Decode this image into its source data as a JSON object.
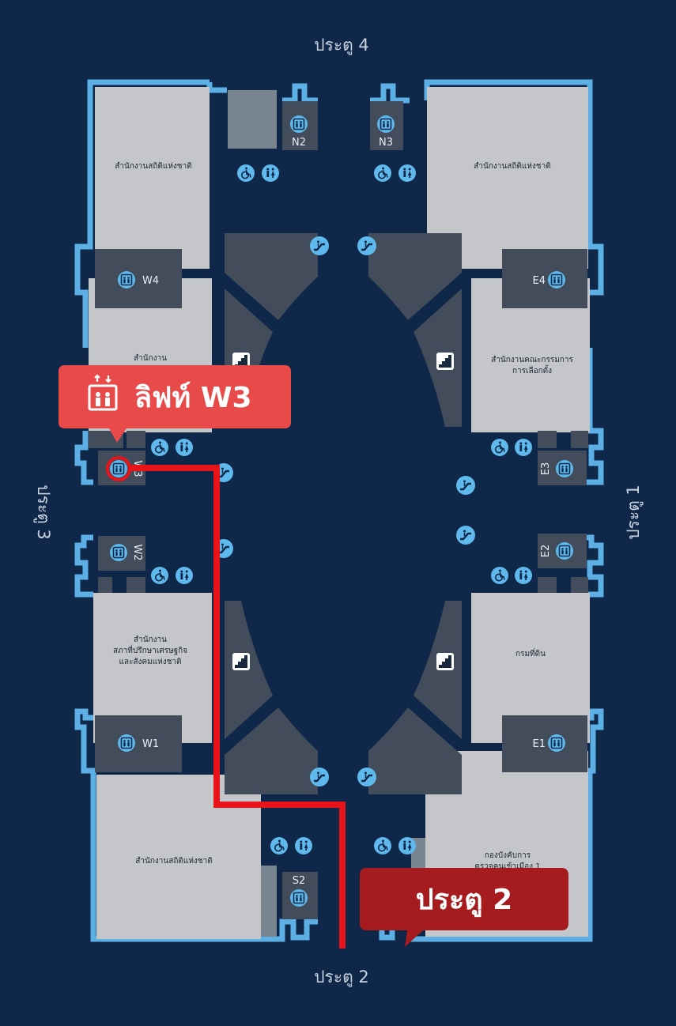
{
  "gates": {
    "north": "ประตู 4",
    "south": "ประตู 2",
    "west": "ประตู 3",
    "east": "ประตู 1"
  },
  "rooms": {
    "nw": "สำนักงานสถิติแห่งชาติ",
    "ne": "สำนักงานสถิติแห่งชาติ",
    "w_upper": "สำนักงาน",
    "e_upper_1": "สำนักงานคณะกรรมการ",
    "e_upper_2": "การเลือกตั้ง",
    "w_lower_1": "สำนักงาน",
    "w_lower_2": "สภาที่ปรึกษาเศรษฐกิจ",
    "w_lower_3": "และสังคมแห่งชาติ",
    "e_lower": "กรมที่ดิน",
    "sw": "สำนักงานสถิติแห่งชาติ",
    "se_1": "กองบังคับการ",
    "se_2": "ตรวจคนเข้าเมือง 1"
  },
  "lifts": {
    "N2": "N2",
    "N3": "N3",
    "W4": "W4",
    "E4": "E4",
    "W3": "W3",
    "E3": "E3",
    "W2": "W2",
    "E2": "E2",
    "W1": "W1",
    "E1": "E1",
    "S2": "S2"
  },
  "callouts": {
    "lift_target": "ลิฟท์ W3",
    "gate_target": "ประตู 2"
  },
  "icons": [
    "elevator-icon",
    "wheelchair-icon",
    "restroom-icon",
    "escalator-icon",
    "stairs-icon"
  ],
  "colors": {
    "background": "#0f2748",
    "outline": "#5cb0e6",
    "room": "#c5c6ca",
    "dark_block": "#424c5a",
    "icon": "#5fb9ec",
    "route": "#e8141a",
    "callout_lift": "#e84a4a",
    "callout_gate": "#a51b1e"
  }
}
